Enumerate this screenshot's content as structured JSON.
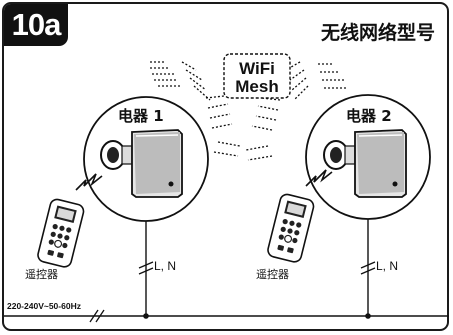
{
  "figure_id": "10a",
  "title": "无线网络型号",
  "wifi_label_line1": "WiFi",
  "wifi_label_line2": "Mesh",
  "devices": [
    {
      "label": "电器 1"
    },
    {
      "label": "电器 2"
    }
  ],
  "remote_label": "遥控器",
  "wiring_label": "L, N",
  "supply_label": "220-240V~50-60Hz",
  "colors": {
    "ink": "#111111",
    "badge_bg": "#111111",
    "device_fill": "#e6e6e6"
  }
}
